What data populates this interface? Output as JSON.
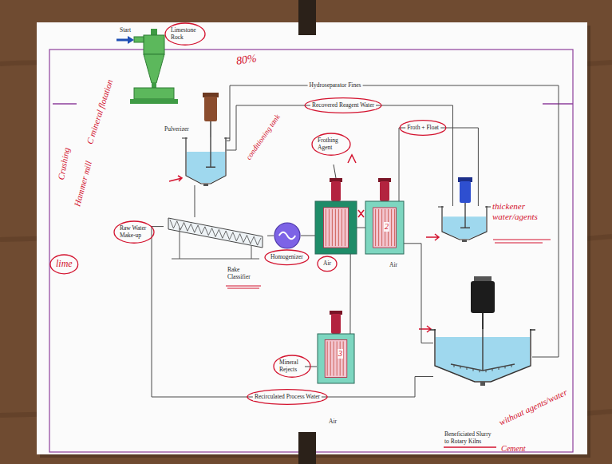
{
  "diagram": {
    "nodes": [
      {
        "text": [
          "Pulverizer"
        ]
      },
      {
        "text": [
          "Rake Classifier"
        ]
      },
      {
        "text": [
          "Homogenizer"
        ]
      },
      {
        "text": [
          "Air"
        ]
      },
      {
        "text": [
          "Air"
        ]
      },
      {
        "text": [
          "thickener water/agents"
        ]
      },
      {
        "text": [
          "Air"
        ]
      },
      {
        "text": [
          "Beneficiated Slurry to Rotary Kilns"
        ]
      }
    ],
    "edges": [
      {
        "from": 0,
        "to": 1,
        "arrow": "none"
      },
      {
        "from": 1,
        "to": 2,
        "arrow": "none"
      },
      {
        "from": 2,
        "to": 3,
        "arrow": "none"
      },
      {
        "from": 3,
        "to": 4,
        "arrow": "none"
      },
      {
        "from": 3,
        "to": 6,
        "arrow": "none"
      },
      {
        "from": 4,
        "to": 5,
        "label": "Froth + Float",
        "arrow": "none"
      },
      {
        "from": 5,
        "to": 0,
        "label": "Recovered Reagent Water",
        "arrow": "none"
      },
      {
        "from": 0,
        "to": 7,
        "label": "Hydroseparator Fines",
        "arrow": "none"
      },
      {
        "from": 7,
        "to": 1,
        "label": "Recirculated Process Water",
        "arrow": "none"
      },
      {
        "from": 4,
        "to": 7,
        "arrow": "none"
      }
    ],
    "labels": [
      "Start",
      "Limestone Rock",
      "80%",
      "conditioning tank",
      "C mineral flotation",
      "Crushing",
      "Hammer mill",
      "lime",
      "Raw Water Make-up",
      "Frothing Agent",
      "2",
      "3",
      "Mineral Rejects",
      "without agents/water",
      "Cement"
    ]
  }
}
